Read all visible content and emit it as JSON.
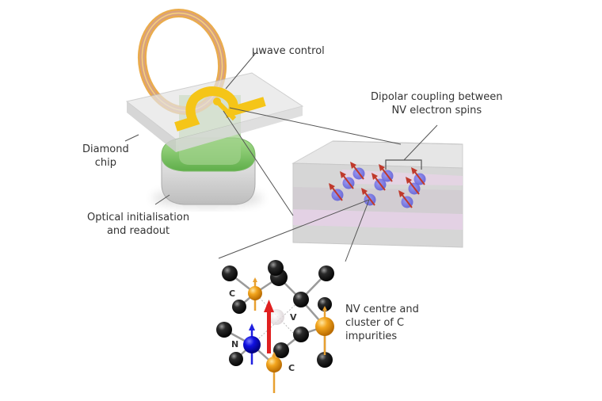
{
  "labels": {
    "uwave": "μwave control",
    "diamond_line1": "Diamond",
    "diamond_line2": "chip",
    "optical_line1": "Optical initialisation",
    "optical_line2": "and readout",
    "dipolar_line1": "Dipolar coupling between",
    "dipolar_line2": "NV electron spins",
    "nv_line1": "NV centre and",
    "nv_line2": "cluster of C",
    "nv_line3": "impurities"
  },
  "atom_labels": {
    "c_top": "C",
    "v": "V",
    "n": "N",
    "c_bottom": "C"
  },
  "colors": {
    "ring": "#e8a33a",
    "ring_inner": "#d8a080",
    "antenna": "#f5c518",
    "green": "#7dc46a",
    "chip": "#d9d9d9",
    "spin_dot": "#6a6ae8",
    "spin_arrow": "#c0392b",
    "carbon": "#1a1a1a",
    "c13": "#f0a020",
    "nitrogen": "#1010e0",
    "nv_arrow": "#e02020",
    "leader": "#555555",
    "text": "#333333"
  },
  "spin_count": 9
}
